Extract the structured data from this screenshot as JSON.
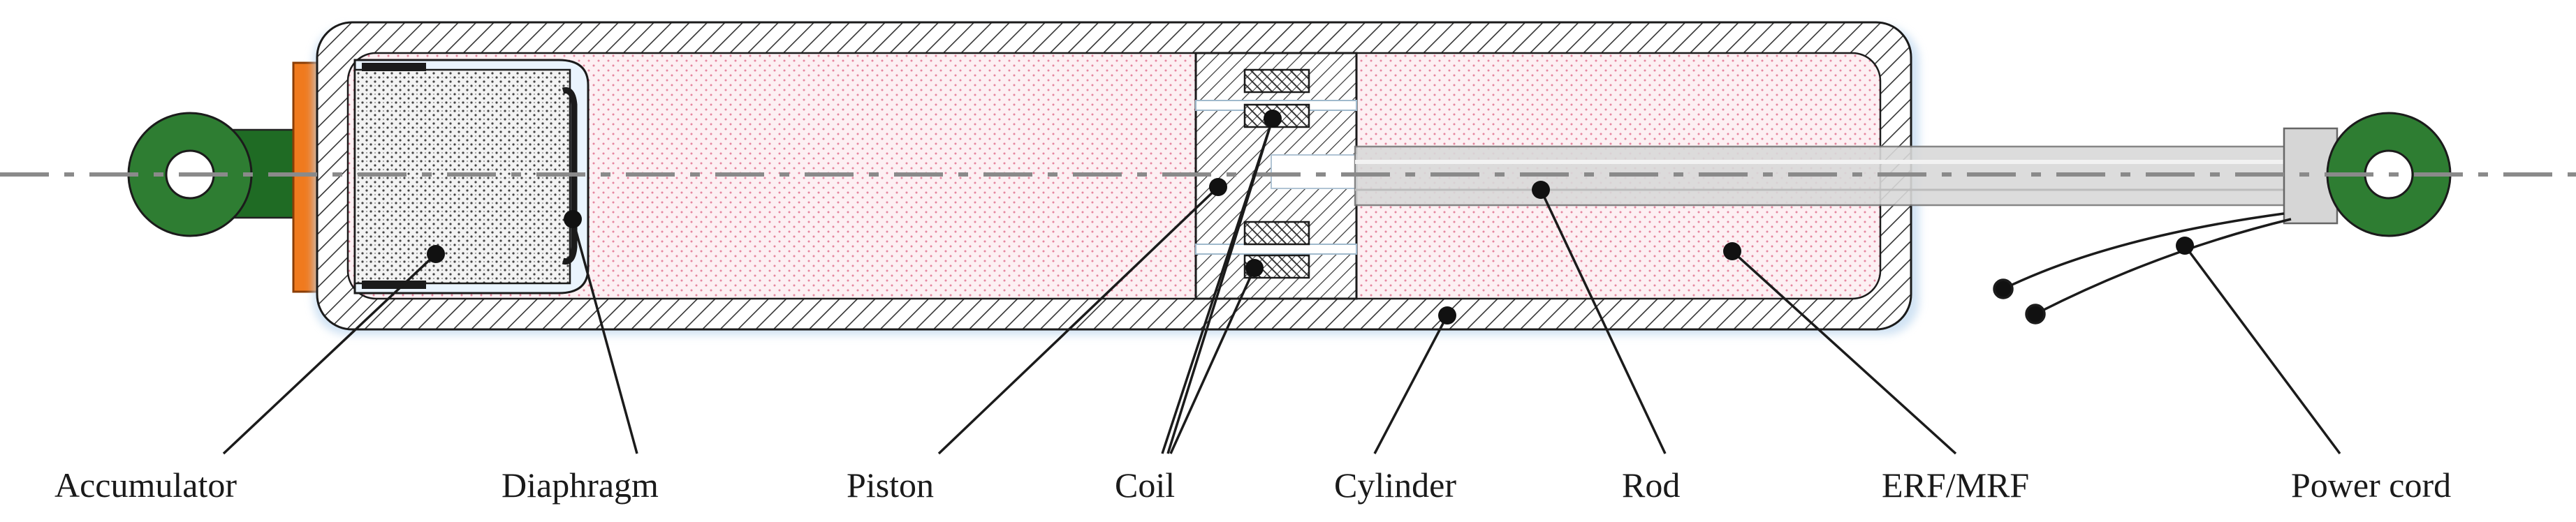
{
  "labels": {
    "accumulator": "Accumulator",
    "diaphragm": "Diaphragm",
    "piston": "Piston",
    "coil": "Coil",
    "cylinder": "Cylinder",
    "rod": "Rod",
    "fluid": "ERF/MRF",
    "power_cord": "Power cord"
  },
  "colors": {
    "eye_green": "#2e7d32",
    "end_plate_orange": "#f07a1e",
    "fluid_dots": "#e5869f",
    "hatch": "#333333",
    "rod_fill": "#d9d9d9",
    "centerline": "#8a8a8a"
  }
}
